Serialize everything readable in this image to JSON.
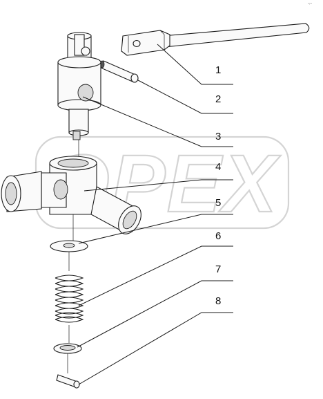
{
  "corner_mark": "ᵃᵖᵉ",
  "watermark": {
    "text": "OPEX",
    "color": "#d4d4d4"
  },
  "callouts": [
    {
      "number": "1"
    },
    {
      "number": "2"
    },
    {
      "number": "3"
    },
    {
      "number": "4"
    },
    {
      "number": "5"
    },
    {
      "number": "6"
    },
    {
      "number": "7"
    },
    {
      "number": "8"
    }
  ]
}
